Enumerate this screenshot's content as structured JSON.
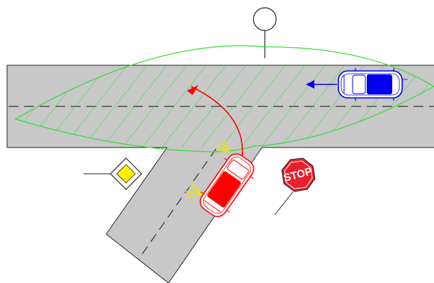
{
  "stop_sign": {
    "label": "STOP"
  },
  "colors": {
    "road": "#c8c8c8",
    "road_edge": "#222222",
    "lane_dash": "#333333",
    "visibility_zone": "#33dd33",
    "red_car": "#ff0000",
    "blue_car": "#0000ee",
    "priority_sign_fill": "#ffee00",
    "stop_sign_fill": "#e8202a",
    "headlight": "#e6e600"
  },
  "icons": {
    "turn_arrow": "curved-left-arrow",
    "direction_arrow": "left-arrow",
    "priority_sign": "diamond",
    "stop_sign": "octagon",
    "lamp": "circle"
  }
}
